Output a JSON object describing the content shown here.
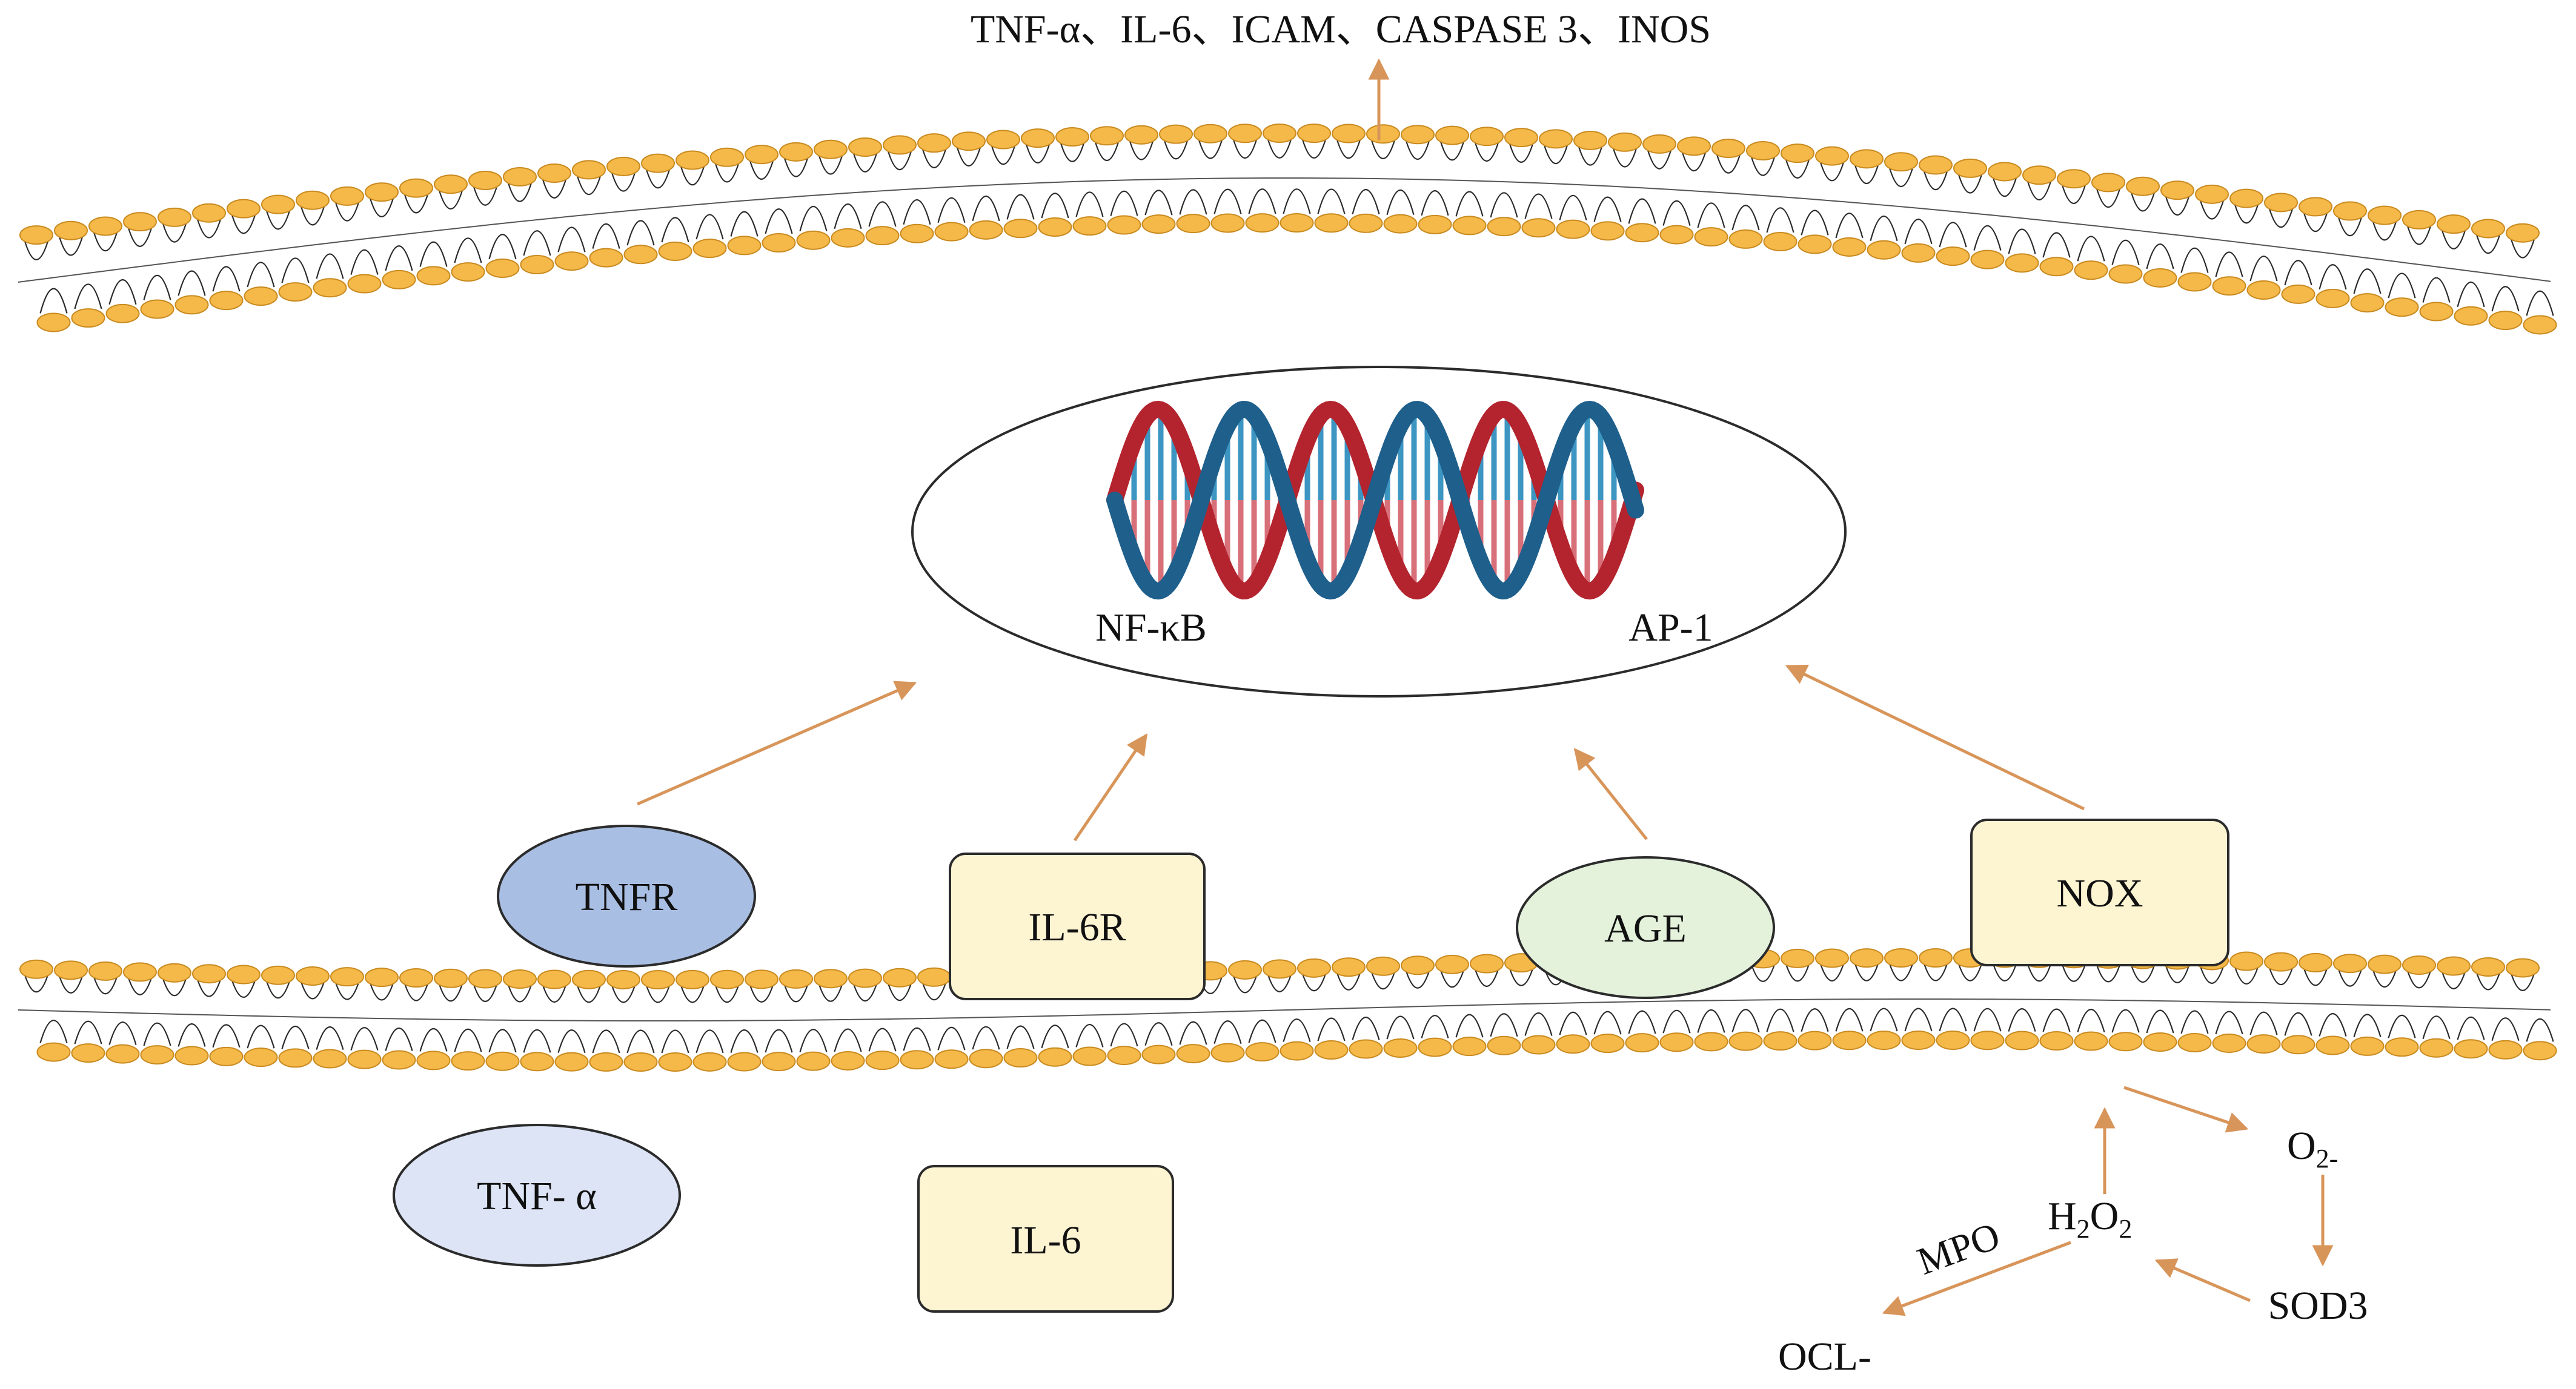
{
  "top_outputs": "TNF-α、IL-6、ICAM、CASPASE 3、INOS",
  "nucleus": {
    "left_factor": "NF-κB",
    "right_factor": "AP-1"
  },
  "receptors": {
    "tnfr": "TNFR",
    "il6r": "IL-6R",
    "age": "AGE",
    "nox": "NOX"
  },
  "extracellular": {
    "tnf_alpha": "TNF- α",
    "il6": "IL-6"
  },
  "ros": {
    "superoxide": "O",
    "superoxide_sub": "2-",
    "h2o2_h": "H",
    "h2o2_sub1": "2",
    "h2o2_o": "O",
    "h2o2_sub2": "2",
    "mpo": "MPO",
    "sod3": "SOD3",
    "ocl": "OCL-"
  },
  "colors": {
    "lipid_head": "#F5B94A",
    "lipid_outline": "#C98A1F",
    "arrow": "#D8955A",
    "tnfr_fill": "#A9BEE3",
    "tnf_alpha_fill": "#DCE4F6",
    "box_fill": "#FDF4D2",
    "age_fill": "#E4F2DC",
    "dna_red": "#B3242E",
    "dna_blue": "#1E5F8C"
  }
}
